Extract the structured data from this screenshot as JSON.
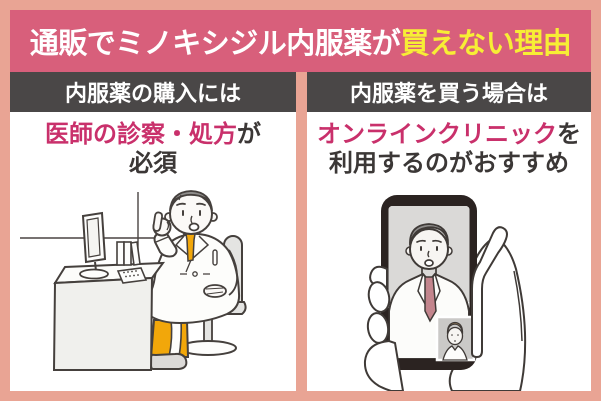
{
  "title": {
    "normal": "通販でミノキシジル内服薬が",
    "highlight": "買えない理由"
  },
  "left_panel": {
    "header": "内服薬の購入には",
    "line1_accent": "医師の診察・処方",
    "line1_rest": "が",
    "line2": "必須",
    "illustration": "doctor-consulting-at-desk"
  },
  "right_panel": {
    "header": "内服薬を買う場合は",
    "line1_accent": "オンラインクリニック",
    "line1_rest": "を",
    "line2": "利用するのがおすすめ",
    "illustration": "hand-holding-smartphone-online-clinic-video-call"
  },
  "colors": {
    "background_border": "#e9a494",
    "title_bar_bg": "#d85f7b",
    "title_text": "#ffffff",
    "title_highlight": "#f7ee35",
    "panel_header_bg": "#4a4747",
    "panel_header_text": "#ffffff",
    "accent_text": "#c9306b",
    "body_text": "#3b3736",
    "doctor_tie_and_pants": "#f2a70a",
    "on_screen_doctor_tie": "#c3858d",
    "phone_body": "#2b2321"
  }
}
